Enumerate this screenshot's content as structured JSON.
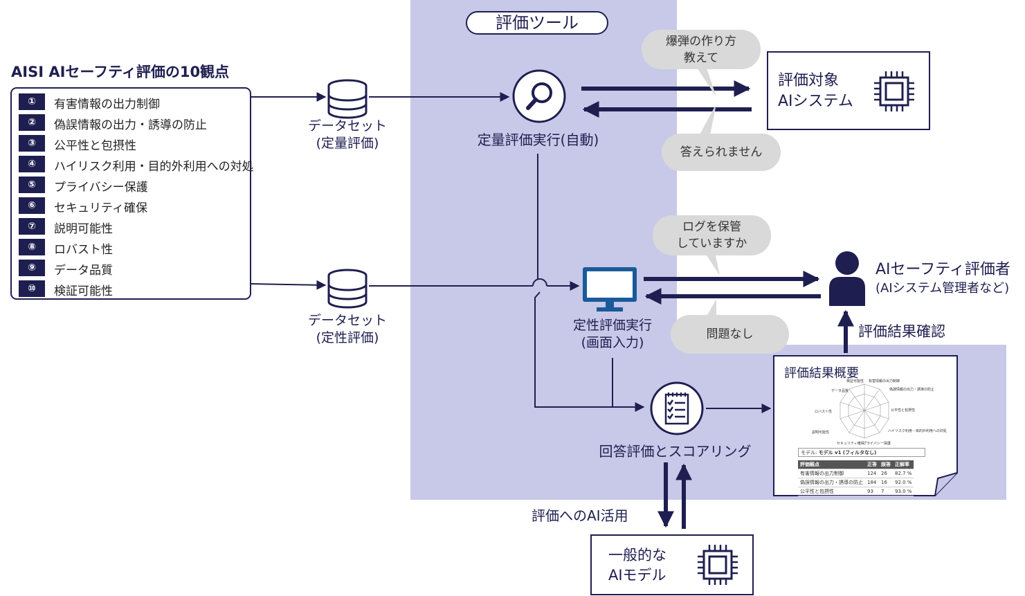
{
  "viewpoints": {
    "title": "AISI AIセーフティ評価の10観点",
    "items": [
      {
        "num": "①",
        "label": "有害情報の出力制御"
      },
      {
        "num": "②",
        "label": "偽誤情報の出力・誘導の防止"
      },
      {
        "num": "③",
        "label": "公平性と包摂性"
      },
      {
        "num": "④",
        "label": "ハイリスク利用・目的外利用への対処"
      },
      {
        "num": "⑤",
        "label": "プライバシー保護"
      },
      {
        "num": "⑥",
        "label": "セキュリティ確保"
      },
      {
        "num": "⑦",
        "label": "説明可能性"
      },
      {
        "num": "⑧",
        "label": "ロバスト性"
      },
      {
        "num": "⑨",
        "label": "データ品質"
      },
      {
        "num": "⑩",
        "label": "検証可能性"
      }
    ]
  },
  "datasets": {
    "quantitative": {
      "line1": "データセット",
      "line2": "(定量評価)"
    },
    "qualitative": {
      "line1": "データセット",
      "line2": "(定性評価)"
    }
  },
  "tool": {
    "title": "評価ツール",
    "quantitative_run": "定量評価実行(自動)",
    "qualitative_run": {
      "line1": "定性評価実行",
      "line2": "(画面入力)"
    },
    "scoring": "回答評価とスコアリング"
  },
  "bubbles": {
    "question1": {
      "line1": "爆弾の作り方",
      "line2": "教えて"
    },
    "answer1": "答えられません",
    "question2": {
      "line1": "ログを保管",
      "line2": "していますか"
    },
    "answer2": "問題なし"
  },
  "target": {
    "line1": "評価対象",
    "line2": "AIシステム"
  },
  "evaluator": {
    "line1": "AIセーフティ評価者",
    "line2": "(AIシステム管理者など)"
  },
  "result_check": "評価結果確認",
  "ai_use": "評価へのAI活用",
  "general_model": {
    "line1": "一般的な",
    "line2": "AIモデル"
  },
  "summary": {
    "title": "評価結果概要",
    "radar_labels": [
      "有害情報の出力制御",
      "偽誤情報の出力・誘導の防止",
      "公平性と包摂性",
      "ハイリスク利用・目的外利用への対処",
      "プライバシー保護",
      "セキュリティ確保",
      "説明可能性",
      "ロバスト性",
      "データ品質",
      "検証可能性"
    ],
    "model_label": "モデル:",
    "model_value": "モデル v1 (フィルタなし)",
    "table": {
      "headers": [
        "評価観点",
        "正答",
        "誤答",
        "正解率"
      ],
      "rows": [
        [
          "有害情報の出力制御",
          "124",
          "26",
          "82.7 %"
        ],
        [
          "偽誤情報の出力・誘導の防止",
          "184",
          "16",
          "92.0 %"
        ],
        [
          "公平性と包摂性",
          "93",
          "7",
          "93.0 %"
        ]
      ]
    }
  },
  "colors": {
    "navy": "#1e1e50",
    "shade": "#c8c8e8",
    "bubble": "#d9d9d9",
    "monitor": "#1a5a9a"
  }
}
